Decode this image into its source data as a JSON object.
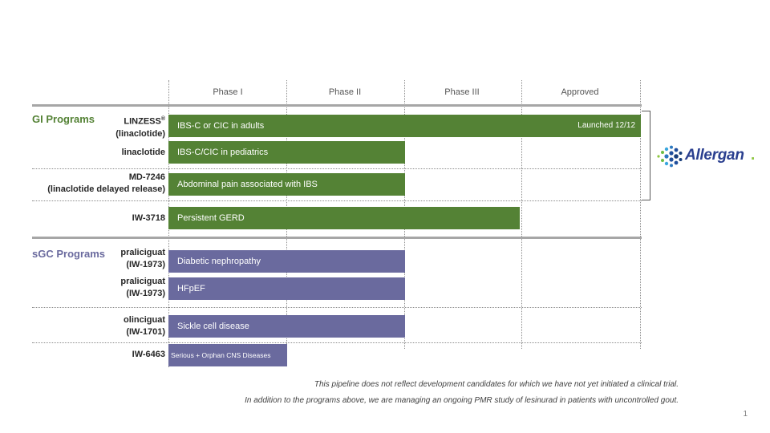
{
  "phases": [
    "Phase I",
    "Phase II",
    "Phase III",
    "Approved"
  ],
  "sections": {
    "gi": {
      "label": "GI Programs",
      "color": "#548235"
    },
    "sgc": {
      "label": "sGC Programs",
      "color": "#6a6a9e"
    }
  },
  "programs": [
    {
      "name": "LINZESS",
      "mark": "®",
      "sub": "(linaclotide)",
      "indication": "IBS-C or CIC in adults",
      "status": "Launched 12/12",
      "stage": "Approved"
    },
    {
      "name": "linaclotide",
      "indication": "IBS-C/CIC in pediatrics",
      "stage": "Phase II"
    },
    {
      "name": "MD-7246",
      "sub": "(linaclotide delayed release)",
      "indication": "Abdominal pain associated with IBS",
      "stage": "Phase II"
    },
    {
      "name": "IW-3718",
      "indication": "Persistent GERD",
      "stage": "Phase III"
    },
    {
      "name": "praliciguat",
      "sub": "(IW-1973)",
      "indication": "Diabetic nephropathy",
      "stage": "Phase II"
    },
    {
      "name": "praliciguat",
      "sub": "(IW-1973)",
      "indication": "HFpEF",
      "stage": "Phase II"
    },
    {
      "name": "olinciguat",
      "sub": "(IW-1701)",
      "indication": "Sickle cell disease",
      "stage": "Phase II"
    },
    {
      "name": "IW-6463",
      "indication": "Serious + Orphan CNS Diseases",
      "stage": "Phase I"
    }
  ],
  "partner": {
    "name": "Allergan",
    "suffix": "."
  },
  "footnotes": [
    "This pipeline does not reflect development candidates for which we have not yet initiated a clinical trial.",
    "In addition to the programs above, we are managing an ongoing PMR study of lesinurad in patients with uncontrolled gout."
  ],
  "page_number": "1"
}
